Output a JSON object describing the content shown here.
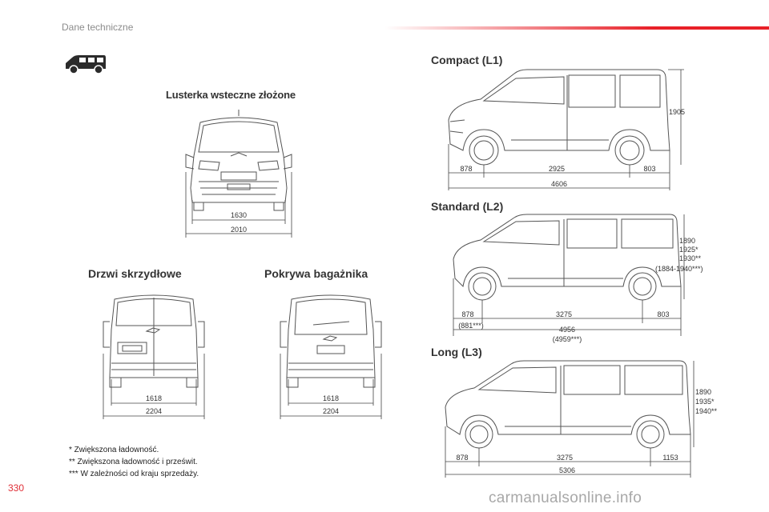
{
  "header": {
    "section": "Dane techniczne"
  },
  "front": {
    "title": "Lusterka wsteczne złożone",
    "width_inner": "1630",
    "width_outer": "2010"
  },
  "rear_doors": {
    "title": "Drzwi skrzydłowe",
    "width_inner": "1618",
    "width_outer": "2204"
  },
  "rear_tailgate": {
    "title": "Pokrywa bagażnika",
    "width_inner": "1618",
    "width_outer": "2204"
  },
  "compact": {
    "title": "Compact (L1)",
    "front_overhang": "878",
    "wheelbase": "2925",
    "rear_overhang": "803",
    "length": "4606",
    "height": "1905"
  },
  "standard": {
    "title": "Standard (L2)",
    "front_overhang": "878",
    "front_overhang_alt": "(881***)",
    "wheelbase": "3275",
    "rear_overhang": "803",
    "length": "4956",
    "length_alt": "(4959***)",
    "height_1": "1890",
    "height_2": "1925*",
    "height_3": "1930**",
    "height_4": "(1884-1940***)"
  },
  "long": {
    "title": "Long (L3)",
    "front_overhang": "878",
    "wheelbase": "3275",
    "rear_overhang": "1153",
    "length": "5306",
    "height_1": "1890",
    "height_2": "1935*",
    "height_3": "1940**"
  },
  "footnotes": [
    "* Zwiększona ładowność.",
    "** Zwiększona ładowność i prześwit.",
    "*** W zależności od kraju sprzedaży."
  ],
  "page_number": "330",
  "watermark": "carmanualsonline.info"
}
